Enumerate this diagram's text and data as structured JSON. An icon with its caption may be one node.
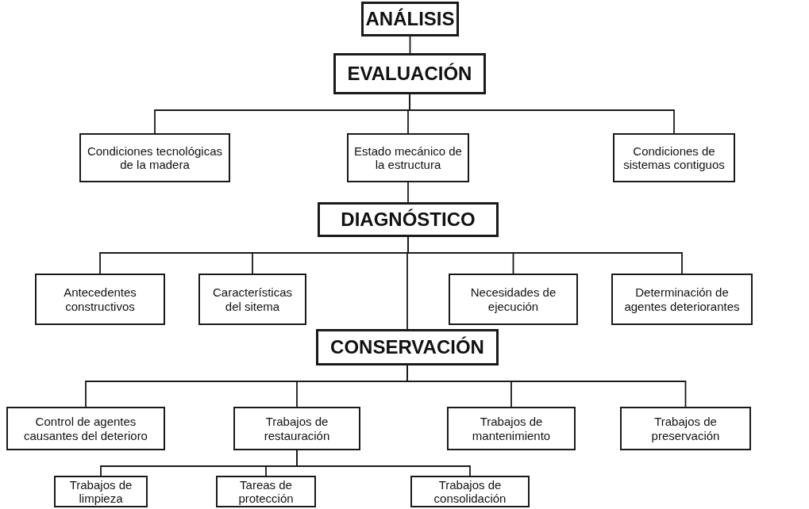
{
  "diagram": {
    "nodes": [
      {
        "text": [
          "ANÁLISIS"
        ]
      },
      {
        "text": [
          "EVALUACIÓN"
        ]
      },
      {
        "text": [
          "Condiciones tecnológicas de la madera"
        ]
      },
      {
        "text": [
          "Estado mecánico de la estructura"
        ]
      },
      {
        "text": [
          "Condiciones de sistemas contiguos"
        ]
      },
      {
        "text": [
          "DIAGNÓSTICO"
        ]
      },
      {
        "text": [
          "Antecedentes constructivos"
        ]
      },
      {
        "text": [
          "Características del sitema"
        ]
      },
      {
        "text": [
          "Necesidades de ejecución"
        ]
      },
      {
        "text": [
          "Determinación de agentes deteriorantes"
        ]
      },
      {
        "text": [
          "CONSERVACIÓN"
        ]
      },
      {
        "text": [
          "Control de agentes causantes del deterioro"
        ]
      },
      {
        "text": [
          "Trabajos de restauración"
        ]
      },
      {
        "text": [
          "Trabajos de mantenimiento"
        ]
      },
      {
        "text": [
          "Trabajos de preservación"
        ]
      },
      {
        "text": [
          "Trabajos de limpieza"
        ]
      },
      {
        "text": [
          "Tareas de protección"
        ]
      },
      {
        "text": [
          "Trabajos de consolidación"
        ]
      }
    ],
    "edges": [
      {
        "from": 0,
        "to": 1,
        "arrow": "none"
      },
      {
        "from": 1,
        "to": 2,
        "arrow": "none"
      },
      {
        "from": 1,
        "to": 3,
        "arrow": "none"
      },
      {
        "from": 1,
        "to": 4,
        "arrow": "none"
      },
      {
        "from": 3,
        "to": 5,
        "arrow": "none"
      },
      {
        "from": 5,
        "to": 6,
        "arrow": "none"
      },
      {
        "from": 5,
        "to": 7,
        "arrow": "none"
      },
      {
        "from": 5,
        "to": 8,
        "arrow": "none"
      },
      {
        "from": 5,
        "to": 9,
        "arrow": "none"
      },
      {
        "from": 5,
        "to": 10,
        "arrow": "none"
      },
      {
        "from": 10,
        "to": 11,
        "arrow": "none"
      },
      {
        "from": 10,
        "to": 12,
        "arrow": "none"
      },
      {
        "from": 10,
        "to": 13,
        "arrow": "none"
      },
      {
        "from": 10,
        "to": 14,
        "arrow": "none"
      },
      {
        "from": 12,
        "to": 15,
        "arrow": "none"
      },
      {
        "from": 12,
        "to": 16,
        "arrow": "none"
      },
      {
        "from": 12,
        "to": 17,
        "arrow": "none"
      }
    ]
  }
}
